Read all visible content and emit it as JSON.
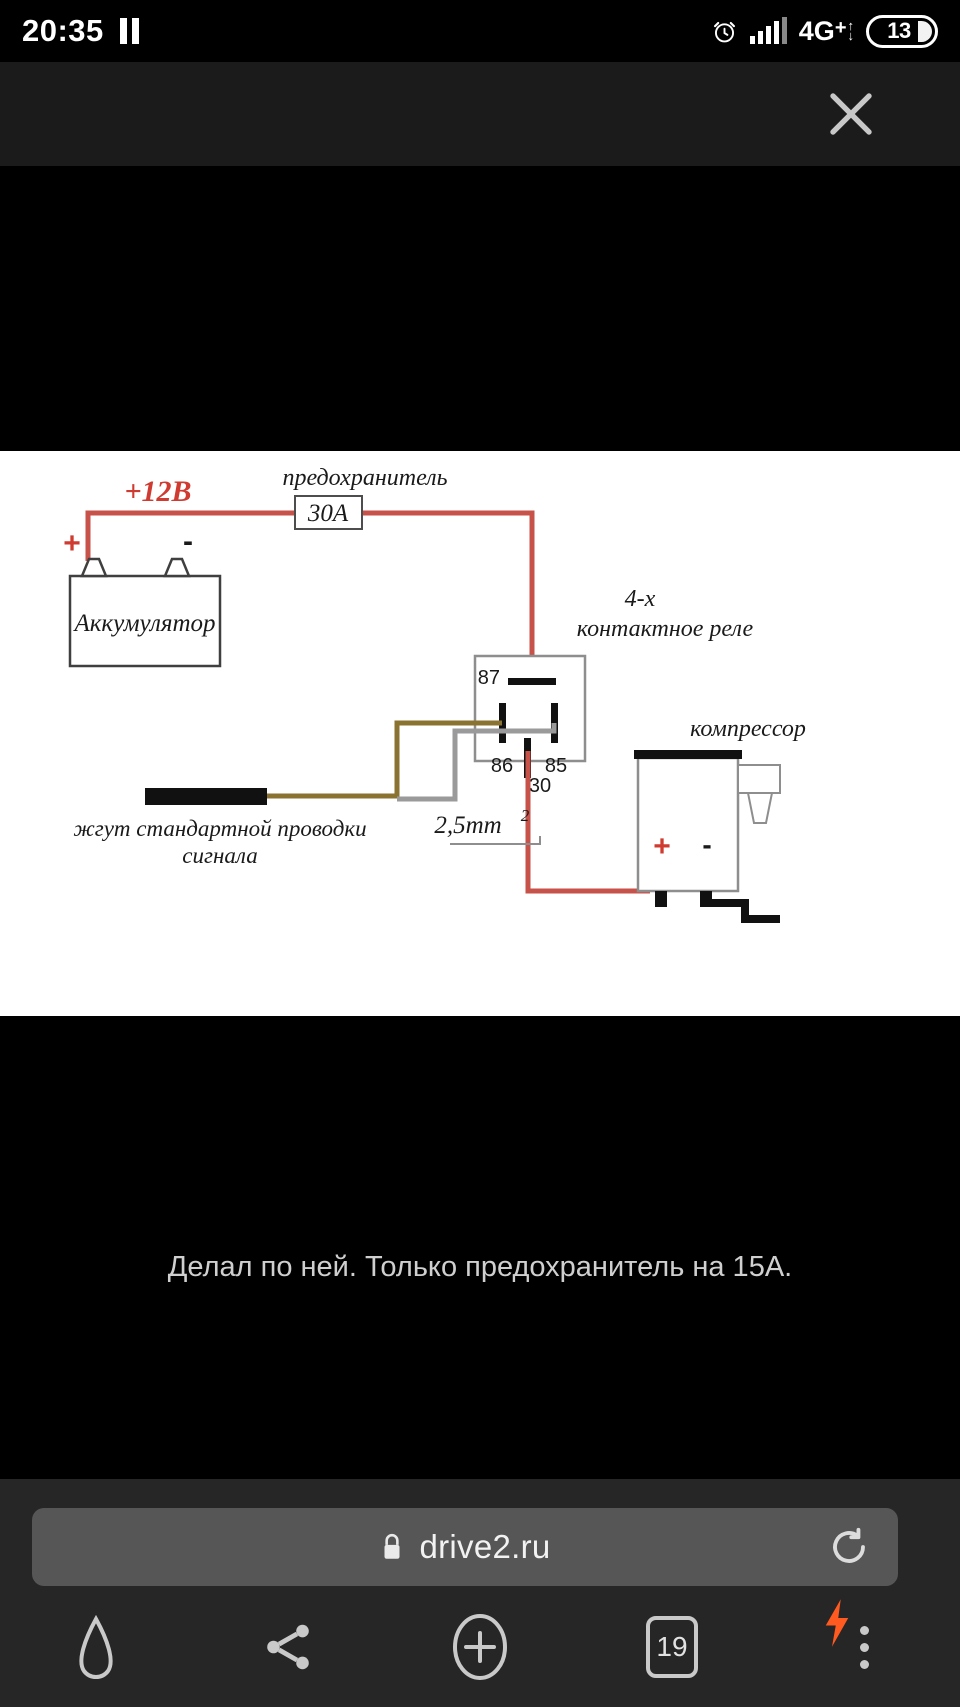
{
  "status_bar": {
    "time": "20:35",
    "pause_icon": "pause-icon",
    "alarm_icon": "alarm-clock-icon",
    "signal_icon": "signal-bars-icon",
    "network_label": "4G",
    "network_plus": "+",
    "battery_level": "13"
  },
  "top_bar": {
    "close_icon": "close-icon"
  },
  "caption": {
    "text": "Делал по ней. Только предохранитель на 15А."
  },
  "browser": {
    "url_host": "drive2.ru",
    "lock_icon": "lock-icon",
    "reload_icon": "reload-icon",
    "nav": [
      {
        "name": "back-button",
        "icon": "back-teardrop-icon",
        "label": ""
      },
      {
        "name": "share-button",
        "icon": "share-icon",
        "label": ""
      },
      {
        "name": "new-tab-button",
        "icon": "plus-circle-icon",
        "label": ""
      },
      {
        "name": "tabs-button",
        "icon": "tabs-icon",
        "label": "19"
      },
      {
        "name": "menu-button",
        "icon": "overflow-menu-icon",
        "label": ""
      }
    ],
    "tab_count": "19",
    "bolt_icon": "lightning-bolt-icon",
    "bolt_color": "#ff5a1f"
  },
  "diagram": {
    "type": "wiring-schematic",
    "title_parts": {
      "voltage_label": "+12В",
      "fuse_caption": "предохранитель",
      "fuse_value": "30А",
      "battery_label": "Аккумулятор",
      "battery_plus": "+",
      "battery_minus": "-",
      "relay_caption_line1": "4-х",
      "relay_caption_line2": "контактное реле",
      "relay_terminal_87": "87",
      "relay_terminal_86": "86",
      "relay_terminal_85": "85",
      "relay_terminal_30": "30",
      "harness_label_line1": "жгут стандартной проводки",
      "harness_label_line2": "сигнала",
      "wire_gauge": "2,5mm",
      "wire_gauge_sup": "2",
      "compressor_label": "компрессор",
      "compressor_plus": "+",
      "compressor_minus": "-"
    },
    "colors": {
      "wire_red": "#c7524a",
      "wire_olive": "#8a7230",
      "wire_gray": "#9a9a9a",
      "outline": "#5a5a5a",
      "text": "#1a1a1a",
      "plus_red": "#d0342c",
      "background": "#ffffff"
    }
  }
}
